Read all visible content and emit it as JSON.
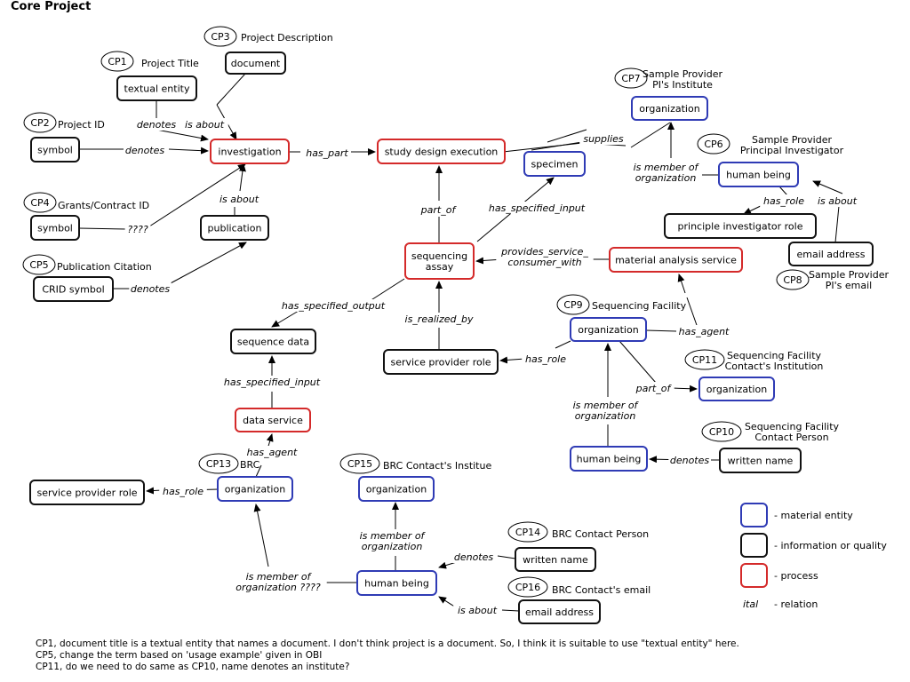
{
  "title": "Core Project",
  "nodes": {
    "document": "document",
    "textual_entity": "textual entity",
    "symbol_cp2": "symbol",
    "investigation": "investigation",
    "study_design_execution": "study design execution",
    "symbol_cp4": "symbol",
    "publication": "publication",
    "crid_symbol": "CRID symbol",
    "specimen": "specimen",
    "org_cp7": "organization",
    "human_being_cp6": "human being",
    "pi_role": "principle investigator role",
    "email_cp8": "email address",
    "sequencing_assay": "sequencing\nassay",
    "material_analysis_service": "material analysis service",
    "sequence_data": "sequence data",
    "service_provider_role_1": "service provider role",
    "org_cp9": "organization",
    "org_cp11": "organization",
    "human_being_cp10": "human being",
    "written_name_cp10": "written name",
    "data_service": "data service",
    "org_cp13": "organization",
    "service_provider_role_2": "service provider role",
    "org_cp15": "organization",
    "written_name_cp14": "written name",
    "human_being_cp14": "human being",
    "email_cp16": "email address"
  },
  "cp_tags": {
    "cp1": "CP1",
    "cp2": "CP2",
    "cp3": "CP3",
    "cp4": "CP4",
    "cp5": "CP5",
    "cp6": "CP6",
    "cp7": "CP7",
    "cp8": "CP8",
    "cp9": "CP9",
    "cp10": "CP10",
    "cp11": "CP11",
    "cp13": "CP13",
    "cp14": "CP14",
    "cp15": "CP15",
    "cp16": "CP16"
  },
  "cp_labels": {
    "cp1": "Project Title",
    "cp2": "Project ID",
    "cp3": "Project Description",
    "cp4": "Grants/Contract ID",
    "cp5": "Publication Citation",
    "cp6": "Sample Provider\nPrincipal Investigator",
    "cp7": "Sample Provider\nPI's Institute",
    "cp8": "Sample Provider\nPI's email",
    "cp9": "Sequencing Facility",
    "cp10": "Sequencing Facility\nContact Person",
    "cp11": "Sequencing Facility\nContact's Institution",
    "cp13": "BRC",
    "cp14": "BRC Contact Person",
    "cp15": "BRC Contact's Institue",
    "cp16": "BRC Contact's email"
  },
  "relations": {
    "denotes_te": "denotes",
    "is_about_doc": "is about",
    "denotes_cp2": "denotes",
    "has_part": "has_part",
    "unknown_cp4": "????",
    "is_about_pub": "is about",
    "denotes_crid": "denotes",
    "supplies": "supplies",
    "member_cp6": "is member of\norganization",
    "has_role_pi": "has_role",
    "is_about_email8": "is about",
    "has_specified_input_spec": "has_specified_input",
    "part_of_sa": "part_of",
    "provides_service": "provides_service_\nconsumer_with",
    "has_specified_output": "has_specified_output",
    "is_realized_by": "is_realized_by",
    "has_agent_mas": "has_agent",
    "has_role_cp9": "has_role",
    "part_of_cp11": "part_of",
    "member_cp10": "is member of\norganization",
    "denotes_cp10": "denotes",
    "has_specified_input_ds": "has_specified_input",
    "has_agent_ds": "has_agent",
    "has_role_cp13": "has_role",
    "member_cp15": "is member of\norganization",
    "member_cp13": "is member of\norganization ????",
    "denotes_cp14": "denotes",
    "is_about_cp16": "is about"
  },
  "legend": {
    "material": "- material entity",
    "info": "- information or quality",
    "process": "- process",
    "ital_sample": "ital",
    "relation": "- relation"
  },
  "colors": {
    "material": "#2f3bb5",
    "info": "#111111",
    "process": "#d42a2a"
  },
  "notes": [
    "CP1, document title is a textual entity that names a document. I don't think project is a document. So, I think it is suitable to use \"textual entity\" here.",
    "CP5, change the term based on 'usage example' given in OBI",
    "CP11, do we need to do same as CP10, name denotes an institute?"
  ]
}
